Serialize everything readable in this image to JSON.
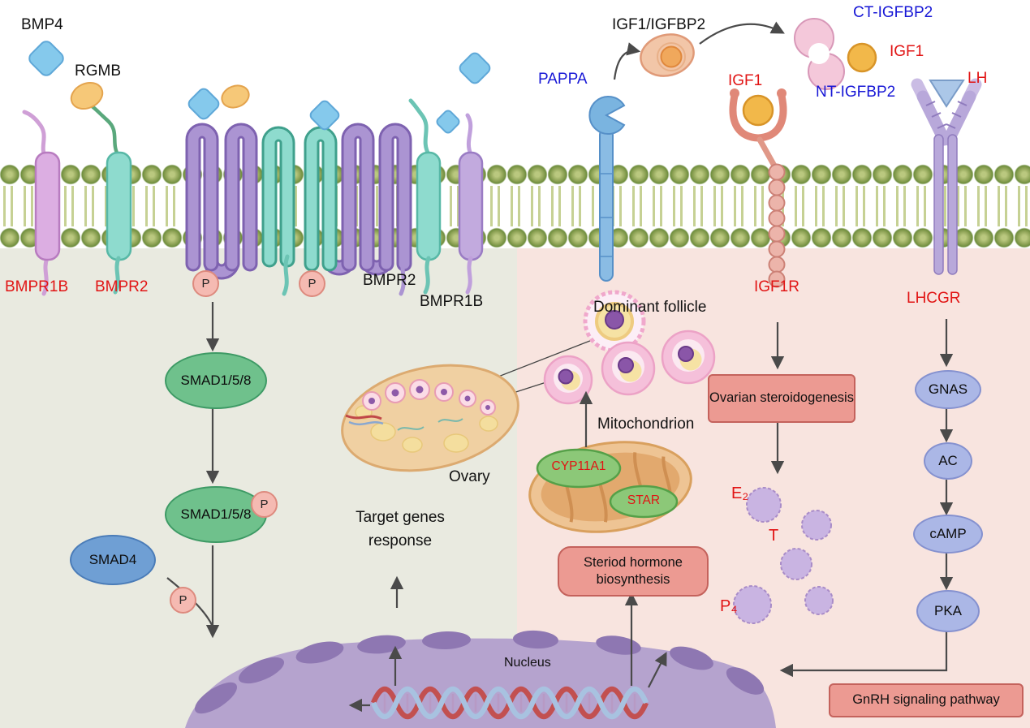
{
  "bmp_pathway": {
    "bmp4": "BMP4",
    "rgmb": "RGMB",
    "bmpr1b_left": "BMPR1B",
    "bmpr2_left": "BMPR2",
    "bmpr2_center": "BMPR2",
    "bmpr1b_center": "BMPR1B",
    "phospho": "P",
    "smad158_first": "SMAD1/5/8",
    "smad158_second": "SMAD1/5/8",
    "smad4": "SMAD4",
    "target_genes": "Target genes response"
  },
  "igf_pathway": {
    "pappa": "PAPPA",
    "igf1_igfbp2": "IGF1/IGFBP2",
    "ct_igfbp2": "CT-IGFBP2",
    "igf1_free": "IGF1",
    "nt_igfbp2": "NT-IGFBP2",
    "igf1_bound": "IGF1",
    "igf1r": "IGF1R",
    "ovarian_steroidogenesis": "Ovarian steroidogenesis",
    "estradiol": "E₂",
    "testosterone": "T",
    "progesterone": "P₄"
  },
  "lh_pathway": {
    "lh": "LH",
    "lhcgr": "LHCGR",
    "gnas": "GNAS",
    "ac": "AC",
    "camp": "cAMP",
    "pka": "PKA",
    "gnrh_box": "GnRH signaling pathway"
  },
  "ovary_section": {
    "dominant_follicle": "Dominant follicle",
    "ovary": "Ovary",
    "mitochondrion": "Mitochondrion",
    "cyp11a1": "CYP11A1",
    "star": "STAR",
    "steroid_box": "Steriod hormone biosynthesis"
  },
  "nucleus": {
    "label": "Nucleus"
  },
  "colors": {
    "red_label": "#e11414",
    "blue_label": "#1717d6",
    "membrane_green": "#8ea356",
    "left_background": "#e9eae0",
    "right_background": "#f8e4df",
    "nucleus_purple": "#b5a3ce",
    "smad_green": "#6fc18c",
    "node_blue": "#abb7e6",
    "box_pink": "#ec9a92"
  }
}
